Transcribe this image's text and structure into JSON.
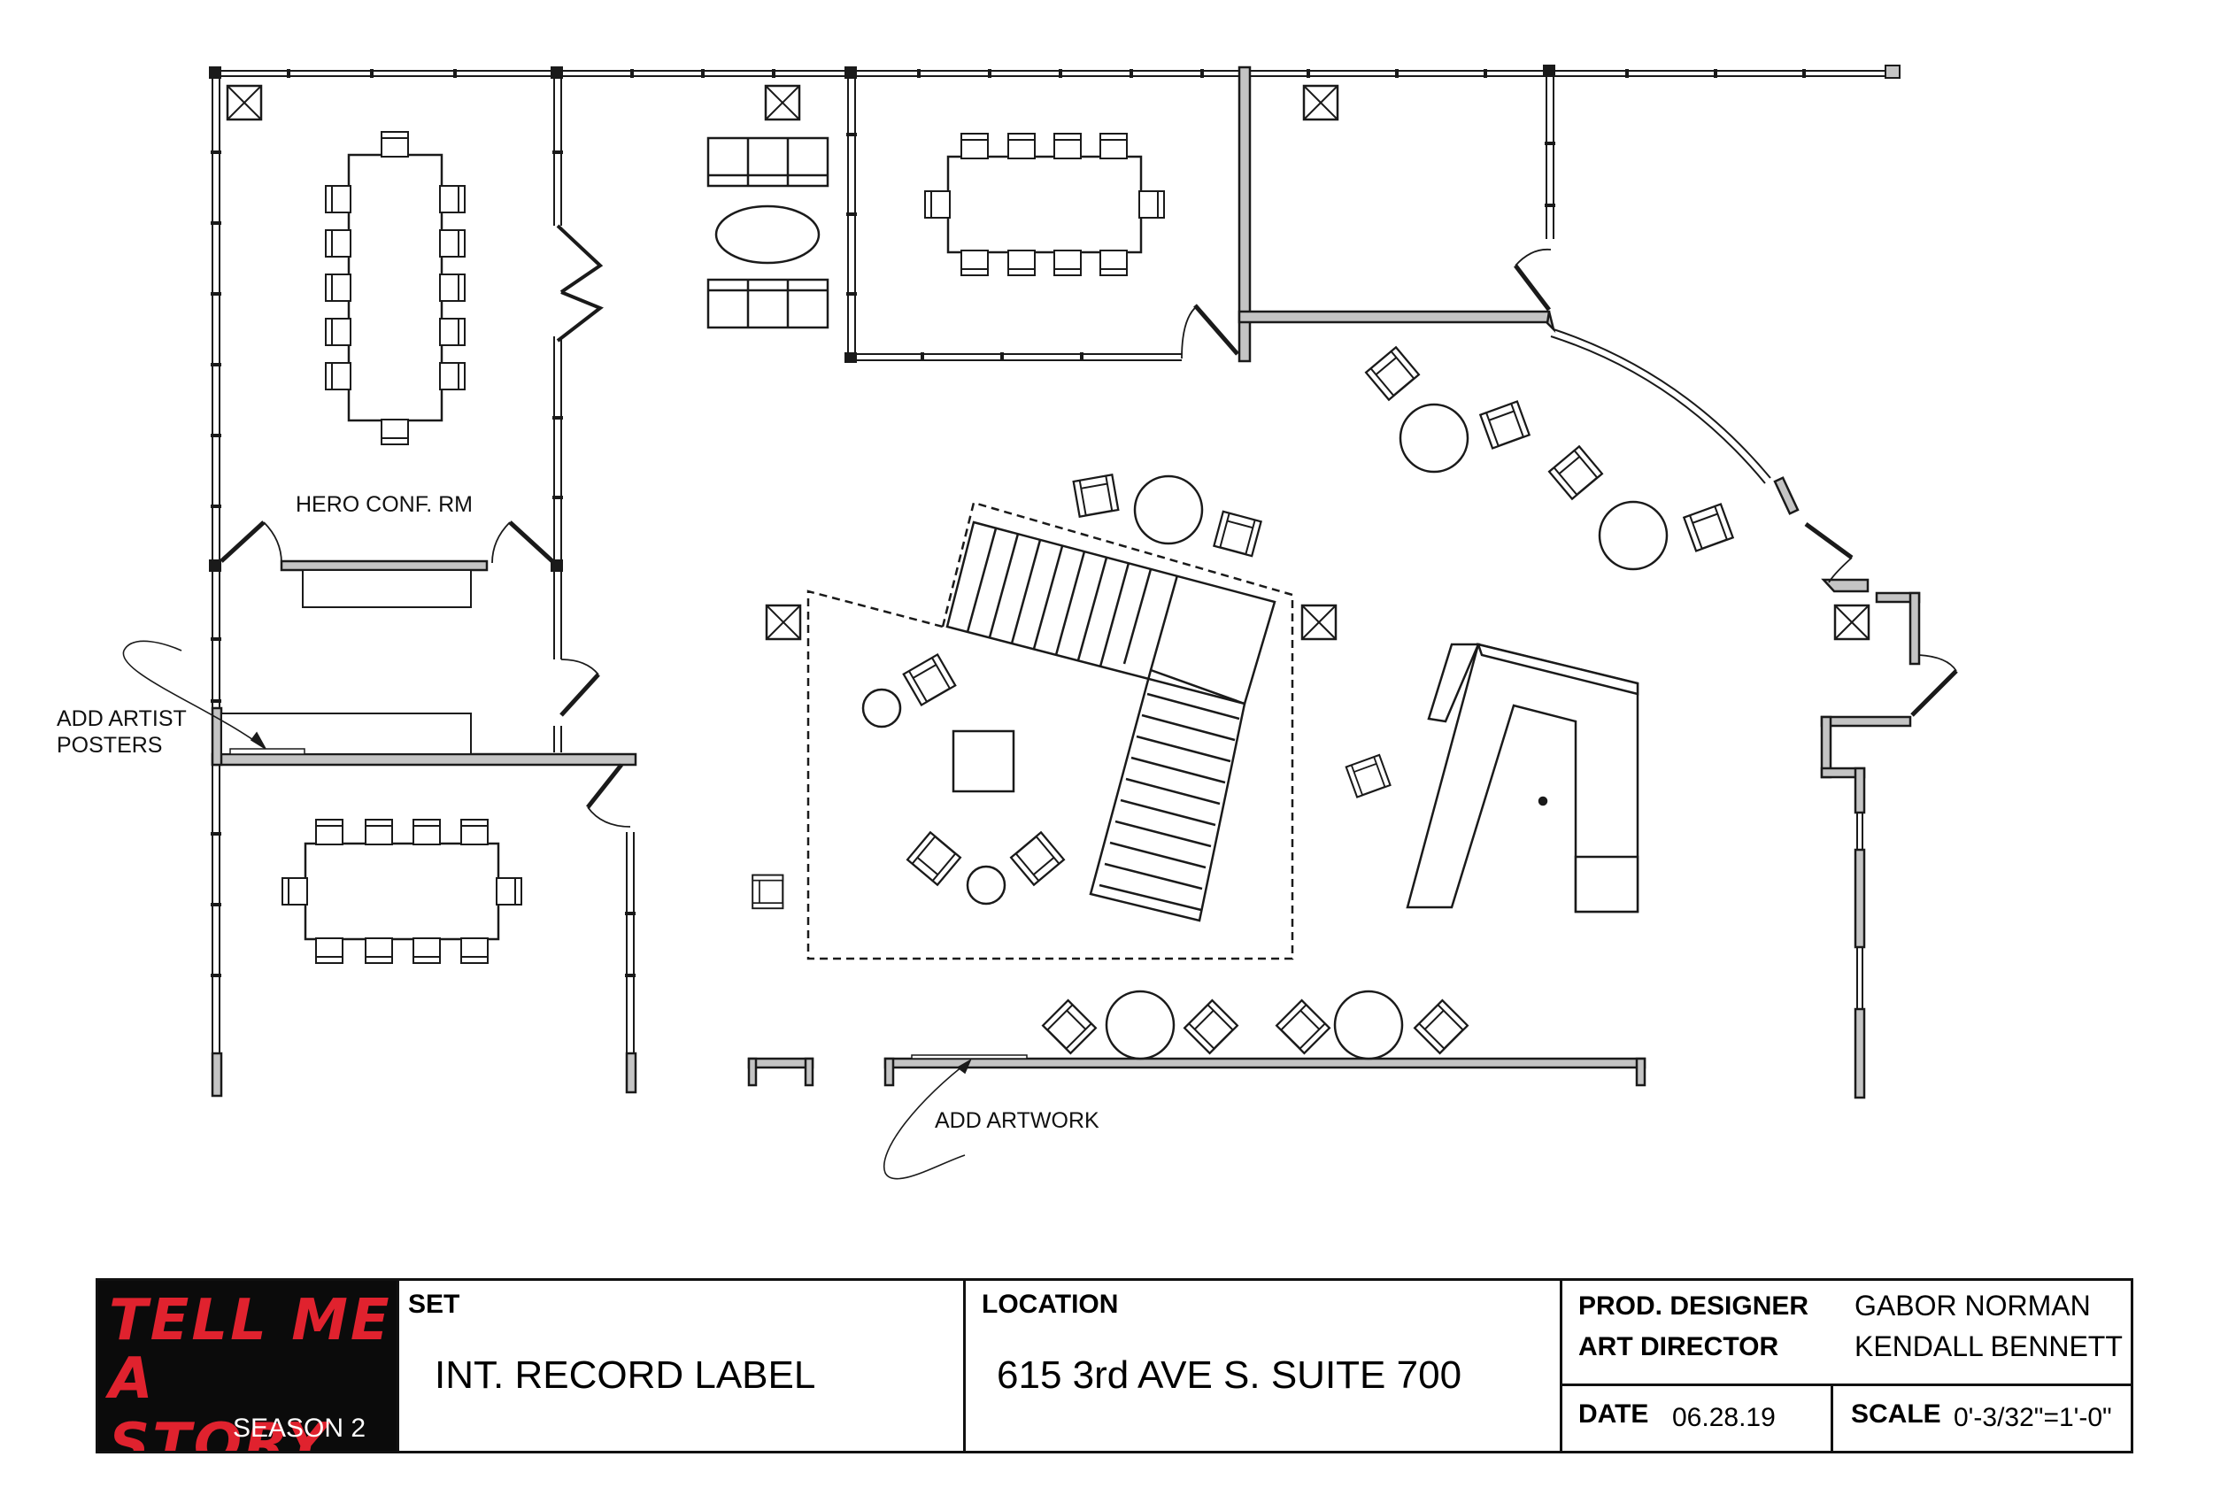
{
  "labels": {
    "hero_conf_rm": "HERO CONF. RM",
    "add_artist_posters_1": "ADD ARTIST",
    "add_artist_posters_2": "POSTERS",
    "add_artwork": "ADD ARTWORK"
  },
  "title_block": {
    "logo": {
      "line1": "TELL ME",
      "line2": "A STORY",
      "season": "SEASON 2"
    },
    "set_label": "SET",
    "set_value": "INT. RECORD LABEL",
    "location_label": "LOCATION",
    "location_value": "615 3rd AVE S. SUITE 700",
    "prod_designer_label": "PROD. DESIGNER",
    "prod_designer_value": "GABOR NORMAN",
    "art_director_label": "ART DIRECTOR",
    "art_director_value": "KENDALL BENNETT",
    "date_label": "DATE",
    "date_value": "06.28.19",
    "scale_label": "SCALE",
    "scale_value": "0'-3/32\"=1'-0\""
  },
  "colors": {
    "line": "#1a1a1a",
    "wall_fill": "#c4c4c4",
    "logo_bg": "#0b0b0b",
    "logo_red": "#e0222e"
  }
}
